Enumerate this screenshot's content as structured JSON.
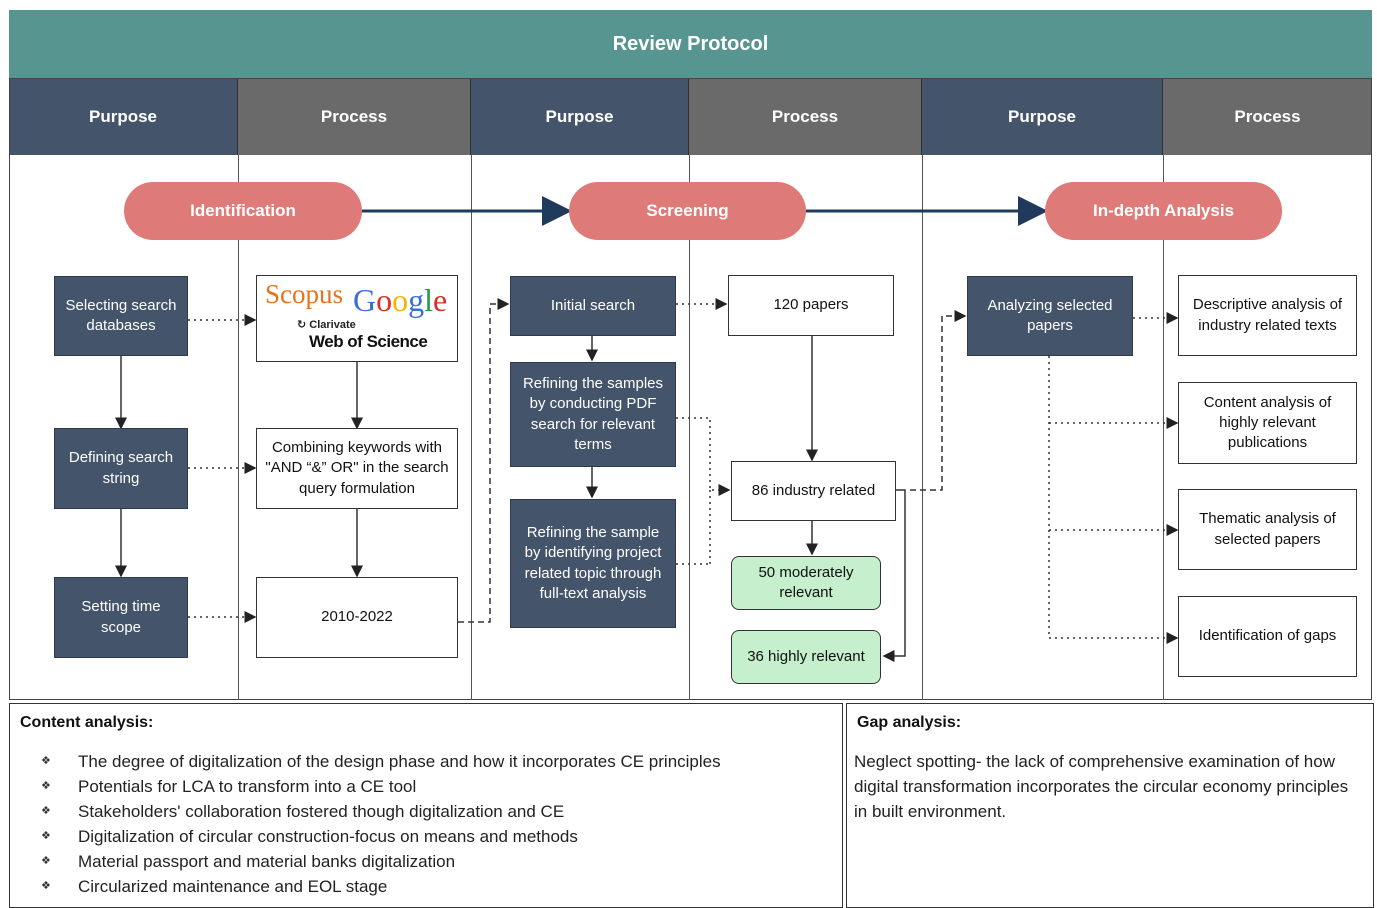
{
  "title": "Review Protocol",
  "headers": [
    "Purpose",
    "Process",
    "Purpose",
    "Process",
    "Purpose",
    "Process"
  ],
  "stages": [
    "Identification",
    "Screening",
    "In-depth Analysis"
  ],
  "identification": {
    "purpose_steps": [
      "Selecting search databases",
      "Defining search string",
      "Setting time scope"
    ],
    "logos": {
      "scopus": "Scopus",
      "google": "Google",
      "clarivate": "Clarivate",
      "wos": "Web of Science"
    },
    "keywords": "Combining keywords with \"AND “&” OR\" in the search query formulation",
    "time": "2010-2022"
  },
  "screening": {
    "purpose_steps": [
      "Initial search",
      "Refining the samples by conducting PDF search for relevant terms",
      "Refining the sample by identifying project related topic through full-text analysis"
    ],
    "results": [
      "120 papers",
      "86 industry related",
      "50 moderately relevant",
      "36 highly relevant"
    ]
  },
  "analysis": {
    "purpose": "Analyzing selected papers",
    "processes": [
      "Descriptive analysis of industry related texts",
      "Content analysis of highly relevant publications",
      "Thematic analysis of selected papers",
      "Identification of gaps"
    ]
  },
  "content_analysis": {
    "title": "Content analysis:",
    "items": [
      "The degree of digitalization of the design phase and how it incorporates CE principles",
      "Potentials for LCA to transform into a CE tool",
      "Stakeholders' collaboration fostered though digitalization and CE",
      "Digitalization of circular construction-focus on means and methods",
      "Material passport and material banks digitalization",
      "Circularized maintenance and EOL stage"
    ]
  },
  "gap_analysis": {
    "title": "Gap analysis:",
    "text": "Neglect spotting- the lack of comprehensive examination of how digital transformation incorporates the circular economy principles in built environment."
  },
  "colors": {
    "header_teal": "#579590",
    "purpose": "#44546a",
    "process": "#6a6a6a",
    "pill": "#de7b78",
    "green": "#c6efce"
  }
}
